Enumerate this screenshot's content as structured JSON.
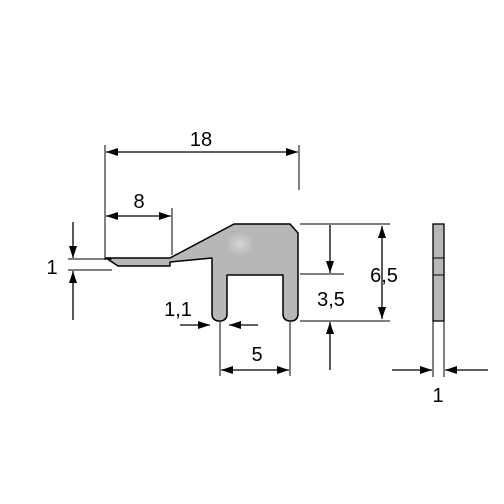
{
  "colors": {
    "profile_fill": "#b7b7b7",
    "profile_highlight": "#d2d2d2",
    "outline": "#000000",
    "background": "#ffffff"
  },
  "dimensions": {
    "total_length": "18",
    "nose_length": "8",
    "nose_thickness": "1",
    "slot_width": "1,1",
    "leg_spacing": "5",
    "leg_height": "3,5",
    "total_height": "6,5",
    "side_thickness": "1"
  }
}
